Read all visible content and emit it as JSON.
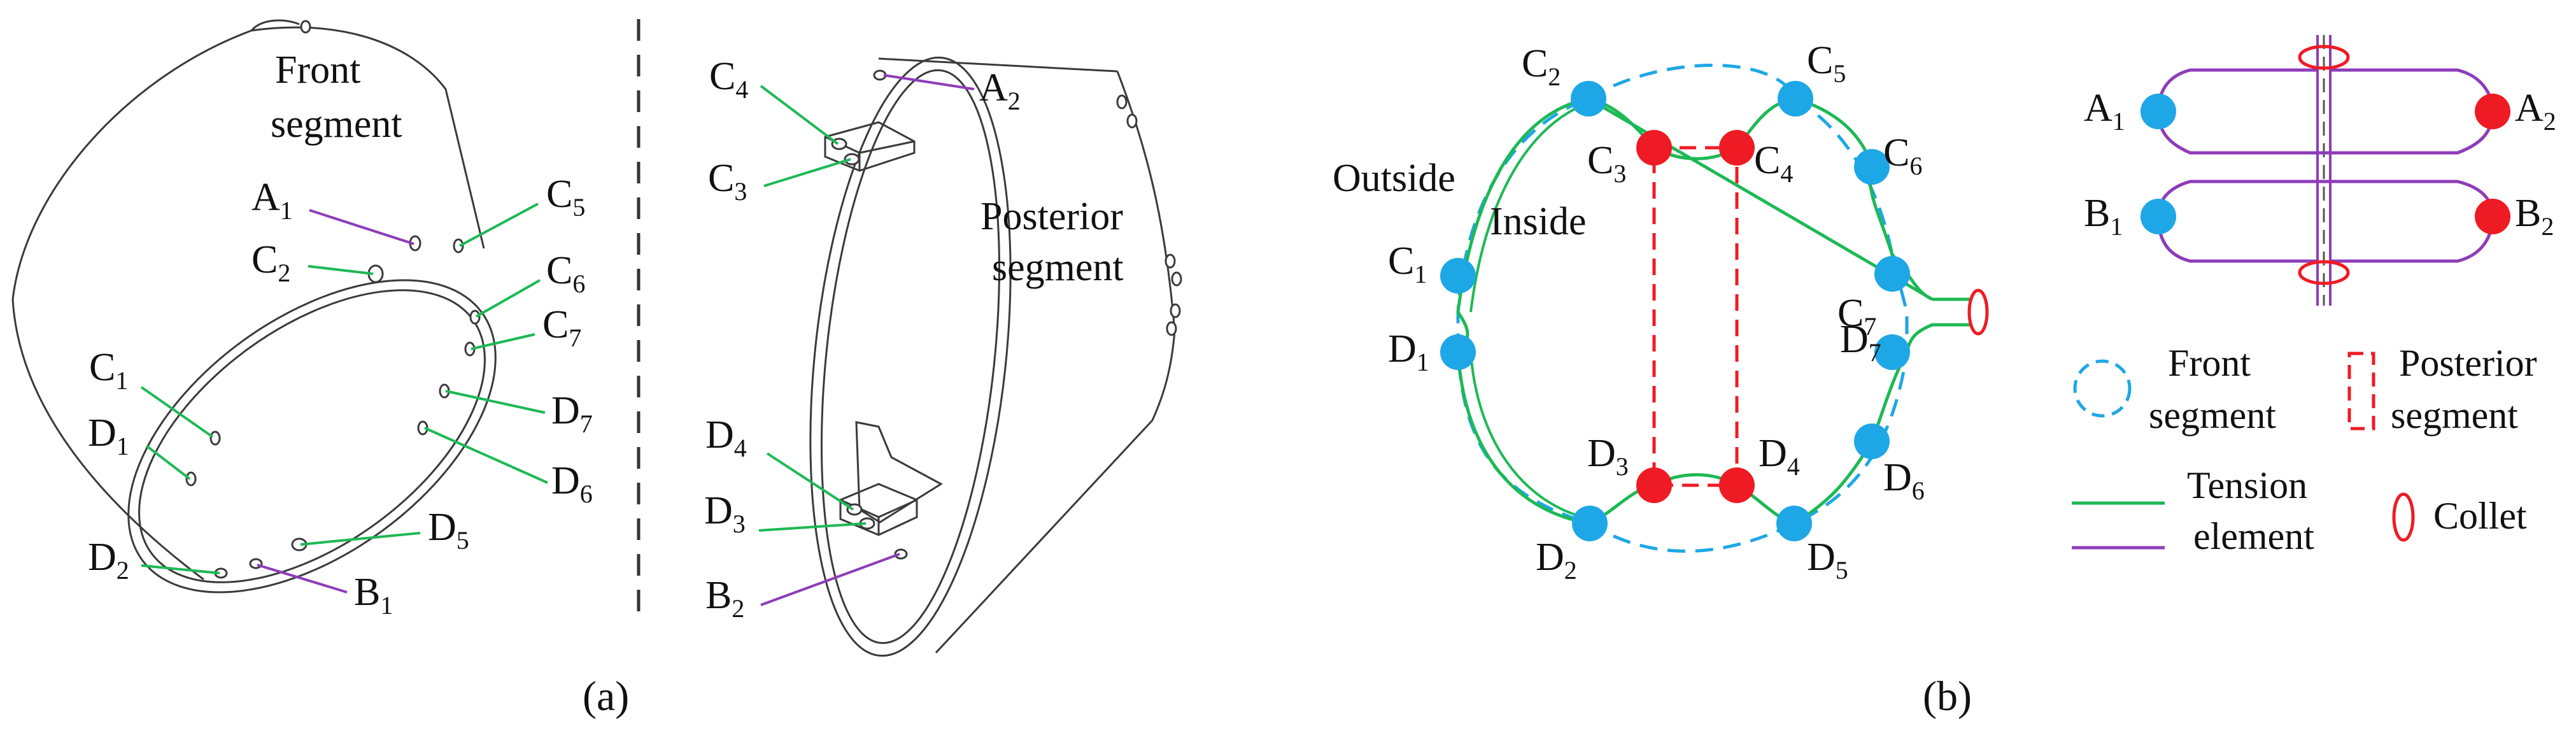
{
  "panel_a": {
    "caption": "(a)",
    "front_segment_label": [
      "Front",
      "segment"
    ],
    "posterior_segment_label": [
      "Posterior",
      "segment"
    ],
    "front_labels": {
      "A1": {
        "base": "A",
        "sub": "1"
      },
      "C2": {
        "base": "C",
        "sub": "2"
      },
      "C5": {
        "base": "C",
        "sub": "5"
      },
      "C6": {
        "base": "C",
        "sub": "6"
      },
      "C7": {
        "base": "C",
        "sub": "7"
      },
      "C1": {
        "base": "C",
        "sub": "1"
      },
      "D1": {
        "base": "D",
        "sub": "1"
      },
      "D7": {
        "base": "D",
        "sub": "7"
      },
      "D6": {
        "base": "D",
        "sub": "6"
      },
      "D2": {
        "base": "D",
        "sub": "2"
      },
      "D5": {
        "base": "D",
        "sub": "5"
      },
      "B1": {
        "base": "B",
        "sub": "1"
      }
    },
    "posterior_labels": {
      "C4": {
        "base": "C",
        "sub": "4"
      },
      "A2": {
        "base": "A",
        "sub": "2"
      },
      "C3": {
        "base": "C",
        "sub": "3"
      },
      "D4": {
        "base": "D",
        "sub": "4"
      },
      "D3": {
        "base": "D",
        "sub": "3"
      },
      "B2": {
        "base": "B",
        "sub": "2"
      }
    }
  },
  "panel_b": {
    "caption": "(b)",
    "outside_label": "Outside",
    "inside_label": "Inside",
    "node_labels": {
      "C2": {
        "base": "C",
        "sub": "2"
      },
      "C5": {
        "base": "C",
        "sub": "5"
      },
      "C3": {
        "base": "C",
        "sub": "3"
      },
      "C4": {
        "base": "C",
        "sub": "4"
      },
      "C6": {
        "base": "C",
        "sub": "6"
      },
      "C1": {
        "base": "C",
        "sub": "1"
      },
      "C7": {
        "base": "C",
        "sub": "7"
      },
      "D1": {
        "base": "D",
        "sub": "1"
      },
      "D7": {
        "base": "D",
        "sub": "7"
      },
      "D3": {
        "base": "D",
        "sub": "3"
      },
      "D4": {
        "base": "D",
        "sub": "4"
      },
      "D6": {
        "base": "D",
        "sub": "6"
      },
      "D2": {
        "base": "D",
        "sub": "2"
      },
      "D5": {
        "base": "D",
        "sub": "5"
      }
    },
    "right_labels": {
      "A1": {
        "base": "A",
        "sub": "1"
      },
      "A2": {
        "base": "A",
        "sub": "2"
      },
      "B1": {
        "base": "B",
        "sub": "1"
      },
      "B2": {
        "base": "B",
        "sub": "2"
      }
    },
    "legend": {
      "front_segment": [
        "Front",
        "segment"
      ],
      "posterior_segment": [
        "Posterior",
        "segment"
      ],
      "tension_element": [
        "Tension",
        "element"
      ],
      "collet": "Collet"
    }
  },
  "colors": {
    "front_segment_blue": "#1ea7e6",
    "posterior_segment_red": "#ee1b24",
    "tension_green": "#1db955",
    "tension_purple": "#8e3cb8",
    "divider": "#333333"
  }
}
